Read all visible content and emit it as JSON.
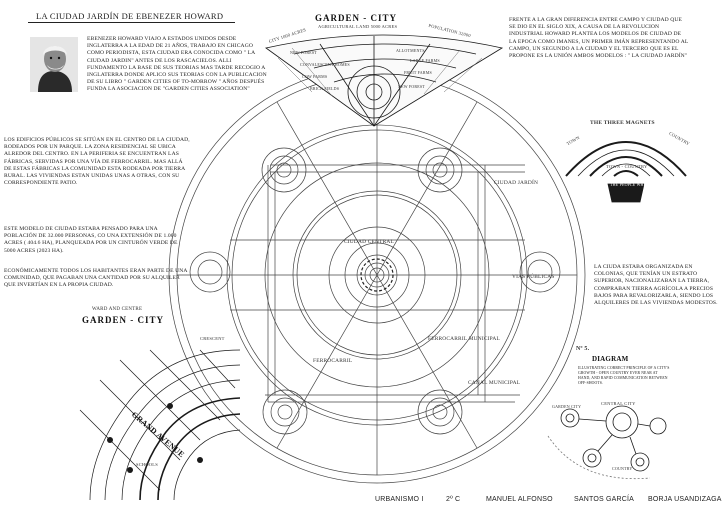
{
  "title": "LA CIUDAD JARDÍN DE EBENEZER HOWARD",
  "bio": "EBENEZER HOWARD VIAJO A ESTADOS UNIDOS DESDE INGLATERRA A LA EDAD DE 21 AÑOS, TRABAJO EN CHICAGO COMO PERIODISTA, ESTA CIUDAD ERA CONOCIDA COMO \" LA CIUDAD JARDIN\" ANTES DE LOS RASCACIELOS. ALLI FUNDAMENTO LA BASE DE SUS TEORIAS MAS TARDE RECOGIO A INGLATERRA DONDE APLICO SUS TEORIAS CON LA PUBLICACION DE SU LIBRO \" GARDEN CITIES OF TO-MORROW \" AÑOS DESPUÉS FUNDA LA ASOCIACION DE \"GARDEN CITIES ASSOCIATION\"",
  "intro": "FRENTE A LA GRAN DIFERENCIA ENTRE CAMPO Y CIUDAD QUE SE DIO EN EL SIGLO XIX, A CAUSA DE LA REVOLUCION INDUSTRIAL HOWARD PLANTEA LOS MODELOS DE CIUDAD DE LA EPOCA COMO IMANES, UN PRIMER IMÁN REPRESENTANDO AL CAMPO, UN SEGUNDO A LA CIUDAD Y EL TERCERO QUE ES EL PROPONE ES LA UNIÓN AMBOS MODELOS : \" LA CIUDAD JARDÍN\"",
  "p1": "LOS EDIFICIOS PÚBLICOS SE SITÚAN EN EL CENTRO DE LA CIUDAD, RODEADOS POR UN PARQUE. LA ZONA RESIDENCIAL SE UBICA ALREDOR DEL CENTRO. EN LA PERIFERIA SE ENCUENTRAN LAS FÁBRICAS, SERVIDAS POR UNA VÍA DE FERROCARRIL. MAS ALLÁ DE ESTAS FÁBRICAS LA COMUNIDAD ESTA RODEADA POR TIERRA RURAL. LAS VIVIENDAS ESTAN UNIDAS UNAS A OTRAS, CON SU CORRESPONDIENTE PATIO.",
  "p2": "ESTE MODELO DE CIUDAD ESTABA PENSADO PARA UNA POBLACIÓN DE 32.000 PERSONAS, CO UNA EXTENSIÓN DE 1.000 ACRES ( 404.6 HA), PLANQUEADA POR UN CINTURÓN VERDE DE 5000 ACRES (2023 HA).",
  "p3": "ECONÓMICAMENTE TODOS LOS HABITANTES ERAN PARTE DE UNA COMUNIDAD, QUE PAGABAN UNA CANTIDAD POR SU ALQUILER QUE INVERTÍAN EN LA PROPIA CIUDAD.",
  "colonias": "LA CIUDA ESTABA ORGANIZADA EN COLONIAS, QUE TENÍAN UN ESTRATO SUPERIOR, NACIONALIZABAN LA TIERRA, COMPRABAN TIERRA AGRÍCOLA A PRECIOS BAJOS PARA REVALORIZARLA, SIENDO LOS ALQUILERES DE LAS VIVIENDAS MODESTOS.",
  "plan_labels": {
    "ciudad_jardin": "CIUDAD JARDÍN",
    "ciudad_central": "CIUDAD CENTRAL",
    "vias_publicas": "VIAS PÚBLICAS",
    "ferrocarril_municipal": "FERROCARRIL MUNICIPAL",
    "ferrocarril": "FERROCARRIL",
    "canal_municipal": "CANAL MUNICIPAL"
  },
  "footer": {
    "course": "URBANISMO I",
    "group": "2º C",
    "author1": "MANUEL ALFONSO",
    "author2": "SANTOS GARCÍA",
    "author3": "BORJA USANDIZAGA"
  },
  "images": {
    "top_plan": {
      "heading": "GARDEN - CITY",
      "left_label": "CITY 1000 ACRES",
      "arc_label": "AGRICULTURAL LAND 5000 ACRES",
      "right_label": "POPULATION 32000",
      "items": [
        "NEW FOREST",
        "CONVALESCENT HOMES",
        "ALLOTMENTS",
        "LARGE FARMS",
        "COW FARMS",
        "FRUIT FARMS",
        "BRICK FIELDS",
        "NEW FOREST"
      ]
    },
    "three_magnets": {
      "heading": "THE THREE MAGNETS",
      "town": "TOWN",
      "country": "COUNTRY",
      "town_country": "TOWN - COUNTRY",
      "question": "THE PEOPLE WHERE WILL THEY GO ?"
    },
    "ward_diagram": {
      "heading_small": "WARD AND CENTRE",
      "heading": "GARDEN - CITY",
      "avenue": "GRAND AVENUE",
      "schools": "SCHOOLS",
      "crescent": "CRESCENT"
    },
    "diagram_5": {
      "number": "Nº 5.",
      "heading": "DIAGRAM",
      "caption": "ILLUSTRATING CORRECT PRINCIPLE OF A CITY'S GROWTH - OPEN COUNTRY EVER NEAR AT HAND, AND RAPID COMMUNICATION BETWEEN OFF-SHOOTS.",
      "central": "CENTRAL CITY",
      "garden": "GARDEN CITY",
      "country": "COUNTRY"
    }
  },
  "colors": {
    "ink": "#1a1a1a",
    "paper": "#ffffff",
    "line": "#555555"
  }
}
